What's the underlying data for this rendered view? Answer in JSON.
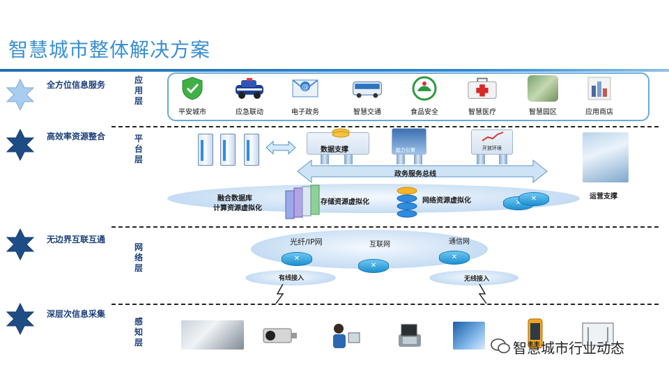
{
  "title": "智慧城市整体解决方案",
  "layers": [
    {
      "label": "全方位信息服务",
      "layer_name": "应用层"
    },
    {
      "label": "高效率资源整合",
      "layer_name": "平台层"
    },
    {
      "label": "无边界互联互通",
      "layer_name": "网络层"
    },
    {
      "label": "深层次信息采集",
      "layer_name": "感知层"
    }
  ],
  "apps": [
    "平安城市",
    "应急联动",
    "电子政务",
    "智慧交通",
    "食品安全",
    "智慧医疗",
    "智慧园区",
    "应用商店"
  ],
  "platform": {
    "data_support": "数据支撑",
    "capability_engine": "能力引擎",
    "open_env": "开放环境",
    "bus": "政务服务总线",
    "db_fusion": "融合数据库",
    "compute_virt": "计算资源虚拟化",
    "storage_virt": "存储资源虚拟化",
    "network_virt": "网络资源虚拟化",
    "ops_support": "运营支撑"
  },
  "network": {
    "fiber": "光纤/IP网",
    "internet": "互联网",
    "telecom": "通信网",
    "wired": "有线接入",
    "wireless": "无线接入"
  },
  "watermark": "智慧城市行业动态",
  "colors": {
    "title": "#3a8fd0",
    "star_light": "#9cc6ea",
    "star_dark": "#1d3f7a"
  }
}
